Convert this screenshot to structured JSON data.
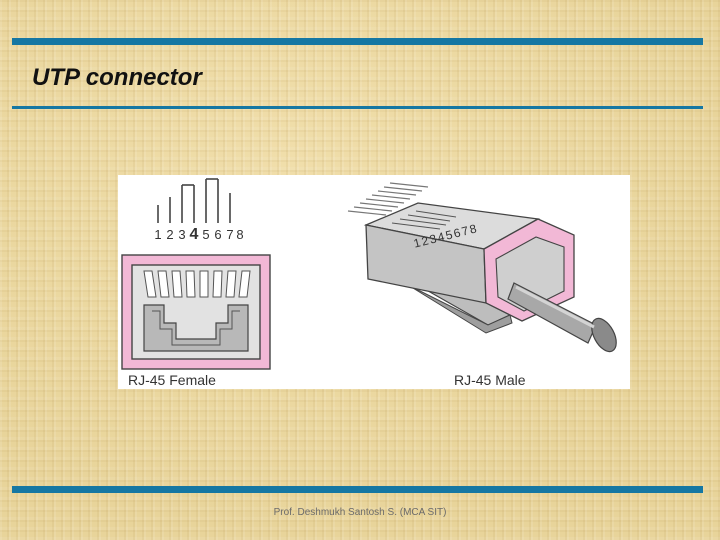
{
  "slide": {
    "title": "UTP connector",
    "footer": "Prof. Deshmukh Santosh S. (MCA SIT)"
  },
  "figure": {
    "female_caption": "RJ-45 Female",
    "male_caption": "RJ-45 Male",
    "female_pin_numbers": [
      "1",
      "2",
      "3",
      "4",
      "5",
      "6",
      "7",
      "8"
    ],
    "male_pin_numbers": [
      "1",
      "2",
      "3",
      "4",
      "5",
      "6",
      "7",
      "8"
    ]
  },
  "colors": {
    "rule": "#1577a3",
    "connector_pink": "#f2b8d6",
    "connector_gray": "#cfcfcf",
    "cable_gray": "#9a9a9a"
  }
}
